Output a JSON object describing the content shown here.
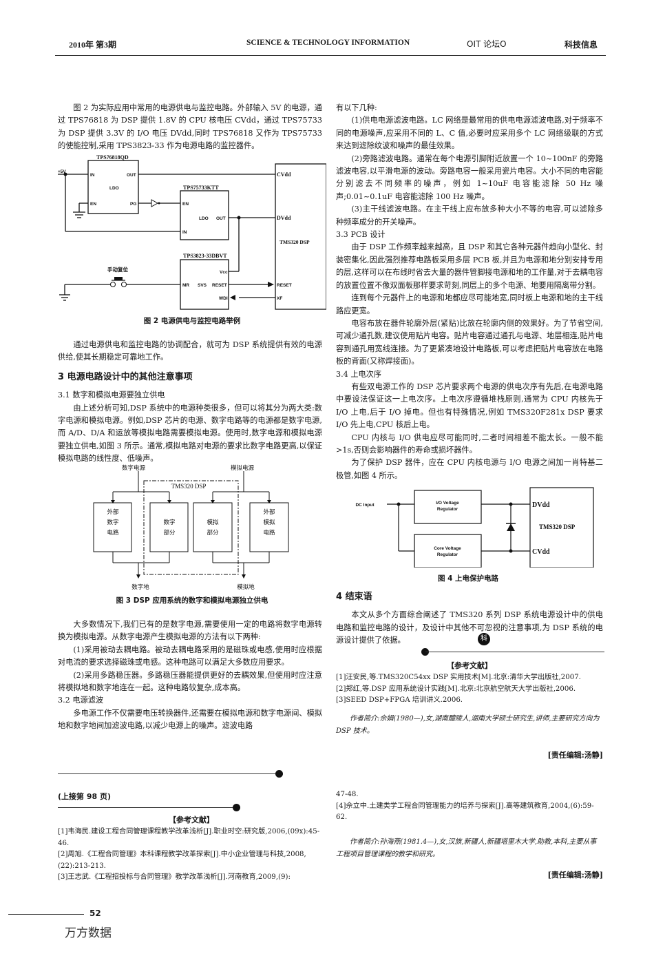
{
  "header": {
    "issue": "2010年  第3期",
    "journal": "SCIENCE & TECHNOLOGY INFORMATION",
    "section": "OIT 论坛O",
    "brand": "科技信息"
  },
  "left": {
    "p1": "图 2 为实际应用中常用的电源供电与监控电路。外部输入 5V 的电源，通过 TPS76818 为 DSP 提供 1.8V 的 CPU 核电压 CVdd，通过 TPS75733 为 DSP 提供 3.3V 的 I/O 电压 DVdd,同时 TPS76818 又作为 TPS75733 的使能控制,采用 TPS3823-33 作为电源电路的监控器件。",
    "fig2": {
      "caption": "图 2   电源供电与监控电路举例",
      "input": "+5V",
      "ldo1": "TPS76818QD",
      "ldo2": "TPS75733KTT",
      "svs": "TPS3823-33DBVT",
      "dsp": "TMS320 DSP",
      "ldo_label": "LDO",
      "svs_label": "SVS",
      "pin_in": "IN",
      "pin_out": "OUT",
      "pin_en": "EN",
      "pin_pg": "PG",
      "pin_vcc": "Vcc",
      "pin_mr": "MR",
      "pin_reset": "RESET",
      "pin_wdi": "WDI",
      "pin_xf": "XF",
      "cvdd": "CVdd",
      "dvdd": "DVdd",
      "manual_reset": "手动复位"
    },
    "p2": "通过电源供电和监控电路的协调配合，就可为 DSP 系统提供有效的电源供给,使其长期稳定可靠地工作。",
    "h3": "3   电源电路设计中的其他注意事项",
    "h31": "3.1    数字和模拟电源要独立供电",
    "p3": "由上述分析可知,DSP 系统中的电源种类很多，但可以将其分为两大类:数字电源和模拟电源。例如,DSP 芯片的电源、数字电路等的电源都是数字电源,而 A/D、D/A 和运放等模拟电路需要模拟电源。使用时,数字电源和模拟电源要独立供电,如图 3 所示。通常,模拟电路对电源的要求比数字电路更高,以保证模拟电路的线性度、低噪声。",
    "fig3": {
      "caption": "图 3   DSP 应用系统的数字和模拟电源独立供电",
      "digital_power": "数字电源",
      "analog_power": "模拟电源",
      "dsp": "TMS320 DSP",
      "box1": [
        "外部",
        "数字",
        "电路"
      ],
      "box2": [
        "数字",
        "部分"
      ],
      "box3": [
        "模拟",
        "部分"
      ],
      "box4": [
        "外部",
        "模拟",
        "电路"
      ],
      "digital_ground": "数字地",
      "analog_ground": "模拟地"
    },
    "p4": "大多数情况下,我们已有的是数字电源,需要使用一定的电路将数字电源转换为模拟电源。从数字电源产生模拟电源的方法有以下两种:",
    "p5": "(1)采用被动去耦电路。被动去耦电路采用的是磁珠或电感,使用时应根据对电流的要求选择磁珠或电感。这种电路可以满足大多数应用要求。",
    "p6": "(2)采用多路稳压器。多路稳压器能提供更好的去耦效果,但使用时应注意将模拟地和数字地连在一起。这种电路较复杂,成本高。",
    "h32": "3.2    电源滤波",
    "p7": "多电源工作不仅需要电压转换器件,还需要在模拟电源和数字电源间、模拟地和数字地间加滤波电路,以减少电源上的噪声。滤波电路"
  },
  "right": {
    "p1": "有以下几种:",
    "p2": "(1)供电电源滤波电路。LC 网络是最常用的供电电源滤波电路,对于频率不同的电源噪声,应采用不同的 L、C 值,必要时应采用多个 LC 网络级联的方式来达到滤除纹波和噪声的最佳效果。",
    "p3": "(2)旁路滤波电路。通常在每个电源引脚附近放置一个 10~100nF 的旁路滤波电容,以平滑电源的波动。旁路电容一般采用瓷片电容。大小不同的电容能分别滤去不同频率的噪声，例如 1~10uF 电容能滤除 50 Hz 噪声;0.01~0.1uF 电容能滤除 100 Hz 噪声。",
    "p4": "(3)主干线滤波电路。在主干线上应布放多种大小不等的电容,可以滤除多种频率成分的开关噪声。",
    "h33": "3.3   PCB 设计",
    "p5": "由于 DSP 工作频率越来越高，且 DSP 和其它各种元器件趋向小型化、封装密集化,因此强烈推荐电路板采用多层 PCB 板,并且为电源和地分别安排专用的层,这样可以在布线时省去大量的器件管脚接电源和地的工作量,对于去耦电容的放置位置不像双面板那样要求苛刻,同层上的多个电源、地要用隔离带分割。",
    "p6": "连到每个元器件上的电源和地都应尽可能地宽,同时板上电源和地的主干线路应更宽。",
    "p7": "电容布放在器件轮廓外层(紧贴)比放在轮廓内侧的效果好。为了节省空间,可减少通孔数,建议使用贴片电容。贴片电容通过通孔与电源、地层相连,贴片电容到通孔用宽线连接。为了更紧凑地设计电路板,可以考虑把贴片电容放在电路板的背面(又称焊接面)。",
    "h34": "3.4   上电次序",
    "p8": "有些双电源工作的 DSP 芯片要求两个电源的供电次序有先后,在电源电路中要设法保证这一上电次序。上电次序遵循堆栈原则,通常为 CPU 内核先于 I/O 上电,后于 I/O 掉电。但也有特殊情况,例如 TMS320F281x DSP 要求 I/O 先上电,CPU 核后上电。",
    "p9": "CPU 内核与 I/O 供电应尽可能同时,二者时间相差不能太长。一般不能>1s,否则会影响器件的寿命或损坏器件。",
    "p10": "为了保护 DSP 器件，应在 CPU 内核电源与 I/O 电源之间加一肖特基二极管,如图 4 所示。",
    "fig4": {
      "caption": "图 4   上电保护电路",
      "dc_input": "DC Input",
      "io_reg": [
        "I/O Voltage",
        "Regulator"
      ],
      "core_reg": [
        "Core Voltage",
        "Regulator"
      ],
      "dvdd": "DVdd",
      "cvdd": "CVdd",
      "dsp": "TMS320 DSP"
    },
    "h4": "4   结束语",
    "p11": "本文从多个方面综合阐述了 TMS320 系列 DSP 系统电源设计中的供电电路和监控电路的设计，及设计中其他不可忽视的注意事项,为 DSP 系统的电源设计提供了依据。",
    "end_mark": "科",
    "refs_title": "【参考文献】",
    "refs": [
      "[1]汪安民,等.TMS320C54xx DSP 实用技术[M].北京:清华大学出版社,2007.",
      "[2]郑红,等.DSP 应用系统设计实践[M].北京:北京航空航天大学出版社,2006.",
      "[3]SEED DSP+FPGA 培训讲义.2006."
    ],
    "bio": "作者简介:佘娟(1980—),女,湖南醴陵人,湖南大学硕士研究生,讲师,主要研究方向为 DSP 技术。",
    "editor": "[责任编辑:汤静]"
  },
  "continued": {
    "from": "(上接第 98 页)",
    "refs_title": "【参考文献】",
    "refs_left": [
      "[1]韦海民.建设工程合同管理课程教学改革浅析[J].职业时空:研究版,2006,(09x):45-46.",
      "[2]周旭.《工程合同管理》本科课程教学改革探索[J].中小企业管理与科技,2008,(22):213-213.",
      "[3]王志武.《工程招投标与合同管理》教学改革浅析[J].河南教育,2009,(9):"
    ],
    "refs_right": [
      "47-48.",
      "[4]佘立中.土建类学工程合同管理能力的培养与探索[J].高等建筑教育,2004,(6):59-62."
    ],
    "bio": "作者简介:孙海燕(1981.4—),女,汉族,新疆人,新疆塔里木大学,助教,本科,主要从事工程项目管理课程的教学和研究。",
    "editor": "[责任编辑:汤静]"
  },
  "footer": {
    "page_number": "52",
    "watermark": "万方数据"
  }
}
